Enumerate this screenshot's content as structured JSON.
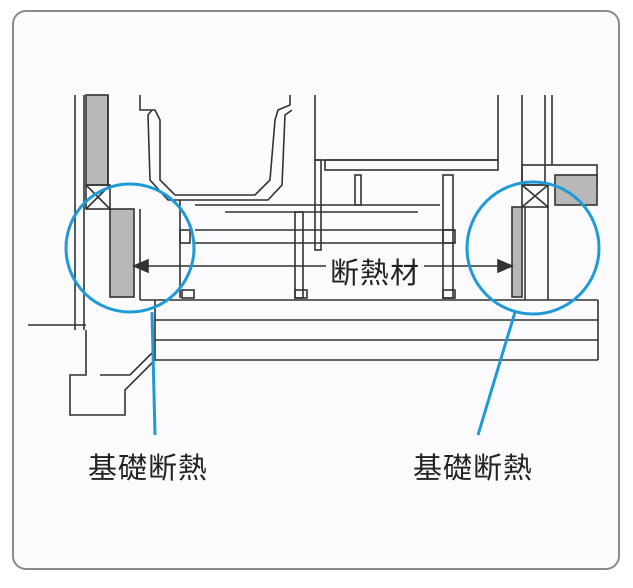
{
  "labels": {
    "insulation": "断熱材",
    "foundation_left": "基礎断熱",
    "foundation_right": "基礎断熱"
  },
  "colors": {
    "line": "#333333",
    "insulation_fill": "#b8b8b8",
    "highlight": "#1e9bd7",
    "background": "#fbfbfd"
  }
}
